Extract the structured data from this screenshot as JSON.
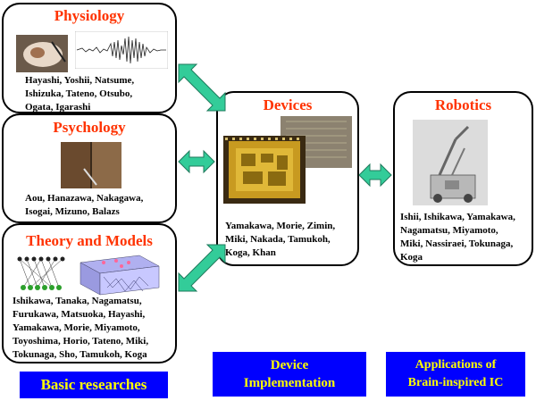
{
  "colors": {
    "title": "#ff3300",
    "banner_bg": "#0000ff",
    "banner_text": "#ffff00",
    "arrow_fill": "#33cc99",
    "arrow_stroke": "#1f7a5c"
  },
  "physiology": {
    "title": "Physiology",
    "names": "Hayashi,  Yoshii,  Natsume,\nIshizuka,  Tateno,  Otsubo,\nOgata,  Igarashi"
  },
  "psychology": {
    "title": "Psychology",
    "names": "Aou,  Hanazawa,  Nakagawa,\nIsogai,  Mizuno,  Balazs"
  },
  "theory": {
    "title": "Theory and Models",
    "names": "Ishikawa,  Tanaka,  Nagamatsu,\nFurukawa,  Matsuoka,  Hayashi,\nYamakawa,  Morie,  Miyamoto,\nToyoshima,  Horio,  Tateno,  Miki,\nTokunaga,  Sho,  Tamukoh, Koga"
  },
  "devices": {
    "title": "Devices",
    "names": "Yamakawa,  Morie,  Zimin,\nMiki,  Nakada,  Tamukoh,\nKoga,  Khan"
  },
  "robotics": {
    "title": "Robotics",
    "names": "Ishii,  Ishikawa,  Yamakawa,\nNagamatsu,  Miyamoto,\nMiki,  Nassiraei,  Tokunaga,\n        Koga"
  },
  "banners": {
    "basic": "Basic researches",
    "device_impl_1": "Device",
    "device_impl_2": "Implementation",
    "applications_1": "Applications of",
    "applications_2": "Brain-inspired IC"
  }
}
